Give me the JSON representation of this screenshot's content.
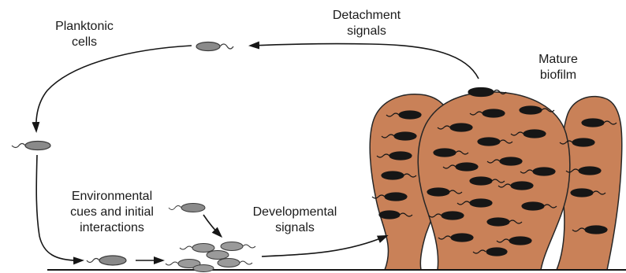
{
  "labels": {
    "planktonic_line1": "Planktonic",
    "planktonic_line2": "cells",
    "detachment_line1": "Detachment",
    "detachment_line2": "signals",
    "mature_line1": "Mature",
    "mature_line2": "biofilm",
    "environmental_line1": "Environmental",
    "environmental_line2": "cues and initial",
    "environmental_line3": "interactions",
    "developmental_line1": "Developmental",
    "developmental_line2": "signals"
  },
  "colors": {
    "biofilm_fill": "#c98158",
    "biofilm_stroke": "#262626",
    "cell_dark": "#161616",
    "cell_grey": "#8a8a8a",
    "arrow": "#161616"
  },
  "icons": {
    "cell": "bacterium-with-flagellum",
    "arrow": "curved-arrow"
  }
}
